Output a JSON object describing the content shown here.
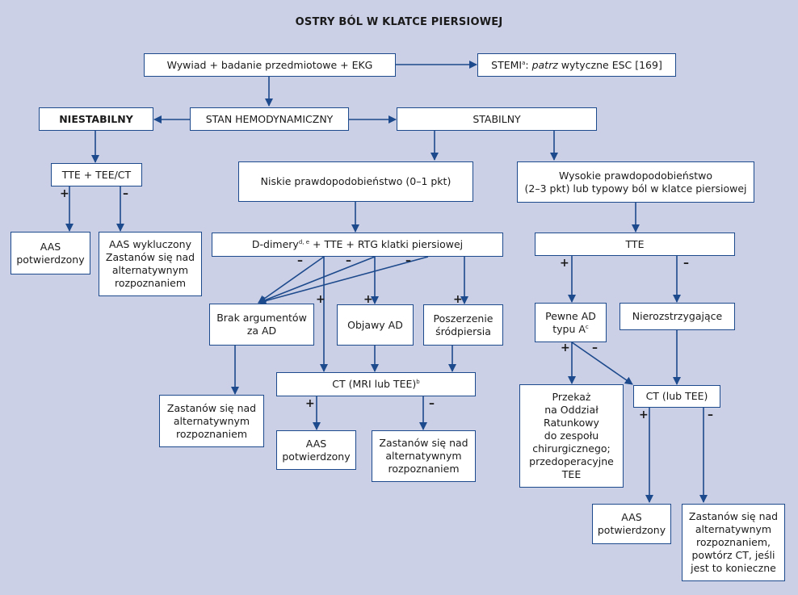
{
  "title": "OSTRY BÓL W KLATCE PIERSIOWEJ",
  "boxes": {
    "history": "Wywiad + badanie przedmiotowe + EKG",
    "stemi": {
      "main": "STEMI",
      "sup": "a",
      "sep": ": ",
      "italic": "patrz",
      "rest": " wytyczne ESC [169]"
    },
    "hemo": "STAN HEMODYNAMICZNY",
    "unstable": "NIESTABILNY",
    "stable": "STABILNY",
    "tte_tee_ct": "TTE + TEE/CT",
    "low_prob": "Niskie prawdopodobieństwo (0–1 pkt)",
    "high_prob": "Wysokie prawdopodobieństwo\n(2–3 pkt) lub typowy ból w klatce piersiowej",
    "aas_conf_1": "AAS\npotwierdzony",
    "aas_excluded": "AAS wykluczony\nZastanów się nad\nalternatywnym\nrozpoznaniem",
    "ddimer": {
      "main": "D-dimery",
      "sup": "d, e",
      "rest": " + TTE + RTG klatki piersiowej"
    },
    "tte": "TTE",
    "no_args": "Brak argumentów\nza AD",
    "signs_ad": "Objawy AD",
    "mediastinum": "Poszerzenie\nśródpiersia",
    "definite_ad": {
      "line1": "Pewne AD",
      "line2": "typu A",
      "sup": "c"
    },
    "inconclusive": "Nierozstrzygające",
    "ct_mri": {
      "main": "CT (MRI lub TEE)",
      "sup": "b"
    },
    "consider_1": "Zastanów się nad\nalternatywnym\nrozpoznaniem",
    "transfer": "Przekaż\nna Oddział\nRatunkowy\ndo zespołu\nchirurgicznego;\nprzedoperacyjne\nTEE",
    "ct_tee": "CT (lub TEE)",
    "aas_conf_2": "AAS\npotwierdzony",
    "consider_2": "Zastanów się nad\nalternatywnym\nrozpoznaniem",
    "aas_conf_3": "AAS\npotwierdzony",
    "consider_3": "Zastanów się nad\nalternatywnym\nrozpoznaniem,\npowtórz CT, jeśli\njest to konieczne"
  },
  "signs": {
    "plus": "+",
    "minus": "–"
  },
  "colors": {
    "background": "#ccd0e6",
    "box_border": "#1d4a8c",
    "arrow": "#1d4a8c",
    "box_fill": "#ffffff"
  }
}
